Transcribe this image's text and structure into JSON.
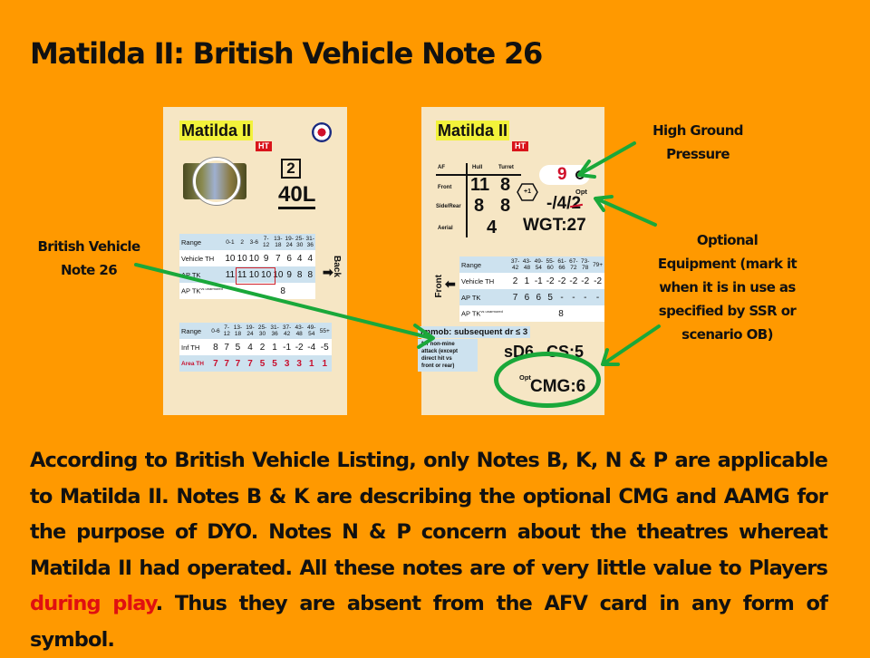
{
  "title": "Matilda II: British Vehicle Note 26",
  "callouts": {
    "british_vehicle_note": [
      "British Vehicle",
      "Note 26"
    ],
    "high_ground_pressure": [
      "High Ground",
      "Pressure"
    ],
    "optional_equipment": [
      "Optional",
      "Equipment (mark it",
      "when it is in use as",
      "specified by SSR or",
      "scenario OB)"
    ]
  },
  "colors": {
    "background": "#ff9900",
    "card": "#f6e6c4",
    "arrow": "#1aa83a",
    "highlight": "#e01010"
  },
  "card_front": {
    "name": "Matilda II",
    "ht_badge": "HT",
    "nationality_icon": "raf-roundel-icon",
    "rof": "2",
    "gun": "40L",
    "back_label": "Back",
    "vehicle_table": {
      "headers": [
        "Range",
        "0-1",
        "2",
        "3-6",
        "7-\n12",
        "13-\n18",
        "19-\n24",
        "25-\n30",
        "31-\n36"
      ],
      "rows": [
        {
          "label": "Vehicle TH",
          "values": [
            "10",
            "10",
            "10",
            "9",
            "7",
            "6",
            "4",
            "4"
          ]
        },
        {
          "label": "AP TK",
          "values": [
            "11",
            "11",
            "10",
            "10",
            "10",
            "9",
            "8",
            "8"
          ]
        },
        {
          "label": "AP TK",
          "sup": "vs unarmored",
          "values": [
            "8"
          ]
        }
      ]
    },
    "inf_table": {
      "headers": [
        "Range",
        "0-6",
        "7-\n12",
        "13-\n18",
        "19-\n24",
        "25-\n30",
        "31-\n36",
        "37-\n42",
        "43-\n48",
        "49-\n54",
        "55+"
      ],
      "rows": [
        {
          "label": "Inf TH",
          "values": [
            "8",
            "7",
            "5",
            "4",
            "2",
            "1",
            "-1",
            "-2",
            "-4",
            "-5"
          ]
        },
        {
          "label": "Area TH",
          "values": [
            "7",
            "7",
            "7",
            "7",
            "5",
            "5",
            "3",
            "3",
            "1",
            "1"
          ]
        }
      ]
    }
  },
  "card_back": {
    "name": "Matilda II",
    "ht_badge": "HT",
    "af": {
      "headers": [
        "AF",
        "Hull",
        "Turret"
      ],
      "rows": [
        {
          "label": "Front",
          "hull": "11",
          "turret": "8"
        },
        {
          "label": "Side/Rear",
          "hull": "8",
          "turret": "8"
        },
        {
          "label": "Aerial",
          "value": "4"
        }
      ]
    },
    "hex_mod": "+1",
    "ground_pressure": "9",
    "opt_label": "Opt",
    "mg": "-/4/2",
    "weight": "WGT:27",
    "front_label": "Front",
    "range_table": {
      "headers": [
        "Range",
        "37-\n42",
        "43-\n48",
        "49-\n54",
        "55-\n60",
        "61-\n66",
        "67-\n72",
        "73-\n78",
        "79+"
      ],
      "rows": [
        {
          "label": "Vehicle TH",
          "values": [
            "2",
            "1",
            "-1",
            "-2",
            "-2",
            "-2",
            "-2",
            "-2"
          ]
        },
        {
          "label": "AP TK",
          "values": [
            "7",
            "6",
            "6",
            "5",
            "-",
            "-",
            "-",
            "-"
          ]
        },
        {
          "label": "AP TK",
          "sup": "vs unarmored",
          "values": [
            "8"
          ]
        }
      ]
    },
    "immob": {
      "title": "Immob: subsequent dr ≤ 3",
      "detail": [
        "for non-mine",
        "attack (except",
        "direct hit vs",
        "front or rear)"
      ]
    },
    "smoke": "sD6",
    "cs": "CS:5",
    "cmg_opt": "Opt",
    "cmg": "CMG:6"
  },
  "body": {
    "before": "According to British Vehicle Listing, only Notes B, K, N & P are applicable to Matilda II. Notes B & K are describing the optional CMG and AAMG for the purpose of DYO. Notes N & P concern about the theatres whereat Matilda II had operated. All these notes are of very little value to Players ",
    "highlight": "during play",
    "after": ". Thus they are absent from the AFV card in any form of symbol."
  }
}
